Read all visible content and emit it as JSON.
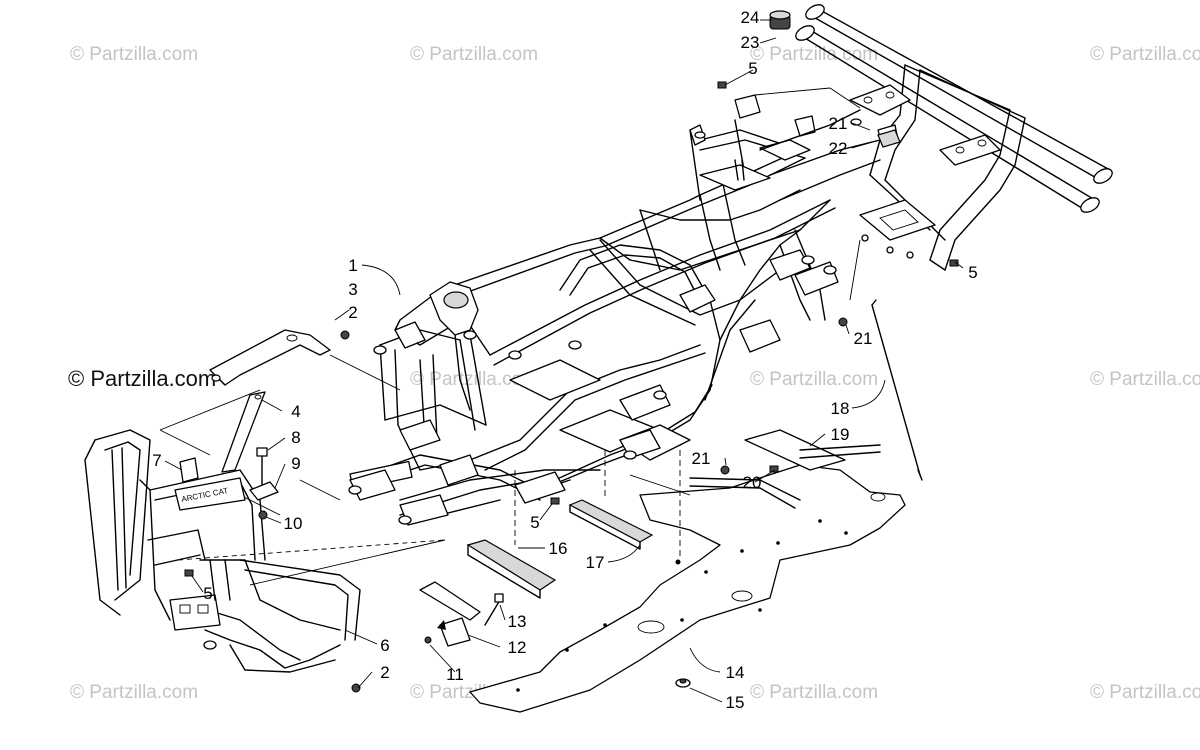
{
  "watermark": "© Partzilla.com",
  "watermark_main": "© Partzilla.com",
  "bumper_brand": "ARCTIC CAT",
  "callouts": [
    {
      "id": "c24",
      "label": "24"
    },
    {
      "id": "c23",
      "label": "23"
    },
    {
      "id": "c5a",
      "label": "5"
    },
    {
      "id": "c21a",
      "label": "21"
    },
    {
      "id": "c22",
      "label": "22"
    },
    {
      "id": "c5b",
      "label": "5"
    },
    {
      "id": "c1",
      "label": "1"
    },
    {
      "id": "c3",
      "label": "3"
    },
    {
      "id": "c2a",
      "label": "2"
    },
    {
      "id": "c21b",
      "label": "21"
    },
    {
      "id": "c4",
      "label": "4"
    },
    {
      "id": "c18",
      "label": "18"
    },
    {
      "id": "c8",
      "label": "8"
    },
    {
      "id": "c19",
      "label": "19"
    },
    {
      "id": "c7",
      "label": "7"
    },
    {
      "id": "c9",
      "label": "9"
    },
    {
      "id": "c21c",
      "label": "21"
    },
    {
      "id": "c20",
      "label": "20"
    },
    {
      "id": "c10",
      "label": "10"
    },
    {
      "id": "c5c",
      "label": "5"
    },
    {
      "id": "c16",
      "label": "16"
    },
    {
      "id": "c17",
      "label": "17"
    },
    {
      "id": "c5d",
      "label": "5"
    },
    {
      "id": "c13",
      "label": "13"
    },
    {
      "id": "c6",
      "label": "6"
    },
    {
      "id": "c12",
      "label": "12"
    },
    {
      "id": "c2b",
      "label": "2"
    },
    {
      "id": "c11",
      "label": "11"
    },
    {
      "id": "c14",
      "label": "14"
    },
    {
      "id": "c15",
      "label": "15"
    }
  ]
}
